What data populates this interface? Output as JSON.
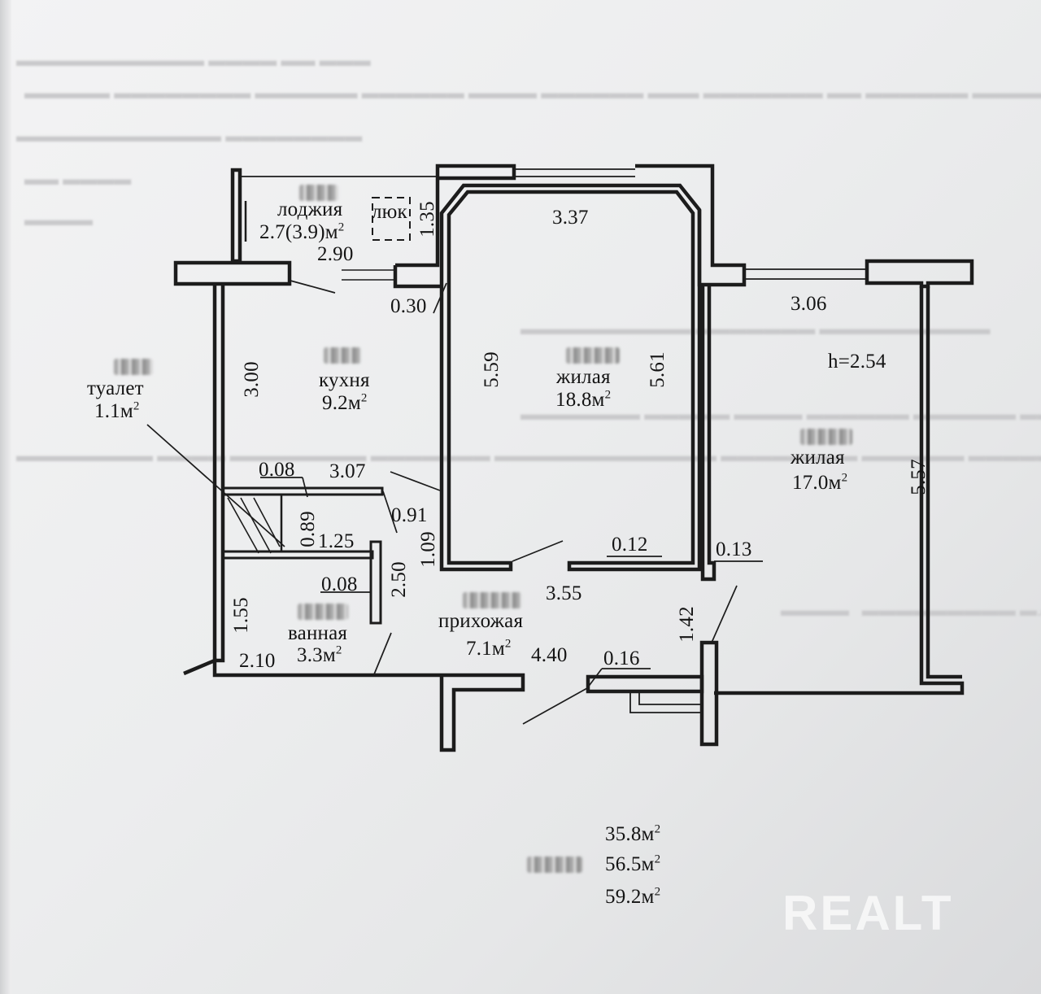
{
  "rooms": {
    "loggia": {
      "name": "лоджия",
      "area": "2.7(3.9)м",
      "sup": "2"
    },
    "hatch": {
      "name": "люк"
    },
    "kitchen": {
      "name": "кухня",
      "area": "9.2м",
      "sup": "2"
    },
    "toilet": {
      "name": "туалет",
      "area": "1.1м",
      "sup": "2"
    },
    "living1": {
      "name": "жилая",
      "area": "18.8м",
      "sup": "2"
    },
    "living2": {
      "name": "жилая",
      "area": "17.0м",
      "sup": "2"
    },
    "bathroom": {
      "name": "ванная",
      "area": "3.3м",
      "sup": "2"
    },
    "hallway": {
      "name": "прихожая",
      "area": "7.1м",
      "sup": "2"
    }
  },
  "dimensions": {
    "loggia_depth": "1.35",
    "loggia_width": "2.90",
    "living1_width": "3.37",
    "living2_width": "3.06",
    "ceiling_height": "h=2.54",
    "wall_030": "0.30",
    "kitchen_height": "3.00",
    "living1_left": "5.59",
    "living1_right": "5.61",
    "living2_height": "5.57",
    "toilet_008": "0.08",
    "kitchen_width": "3.07",
    "toilet_089": "0.89",
    "corr_091": "0.91",
    "toilet_125": "1.25",
    "corr_109": "1.09",
    "wall_012": "0.12",
    "wall_013": "0.13",
    "bath_008": "0.08",
    "bath_250": "2.50",
    "hall_355": "3.55",
    "bath_155": "1.55",
    "wall_142": "1.42",
    "bath_210": "2.10",
    "hall_440": "4.40",
    "wall_016": "0.16"
  },
  "totals": [
    {
      "value": "35.8м",
      "sup": "2"
    },
    {
      "value": "56.5м",
      "sup": "2"
    },
    {
      "value": "59.2м",
      "sup": "2"
    }
  ],
  "watermark": "REALT",
  "colors": {
    "wall": "#1c1c1c",
    "paper": "#f0f0f1",
    "ink": "#141414"
  }
}
